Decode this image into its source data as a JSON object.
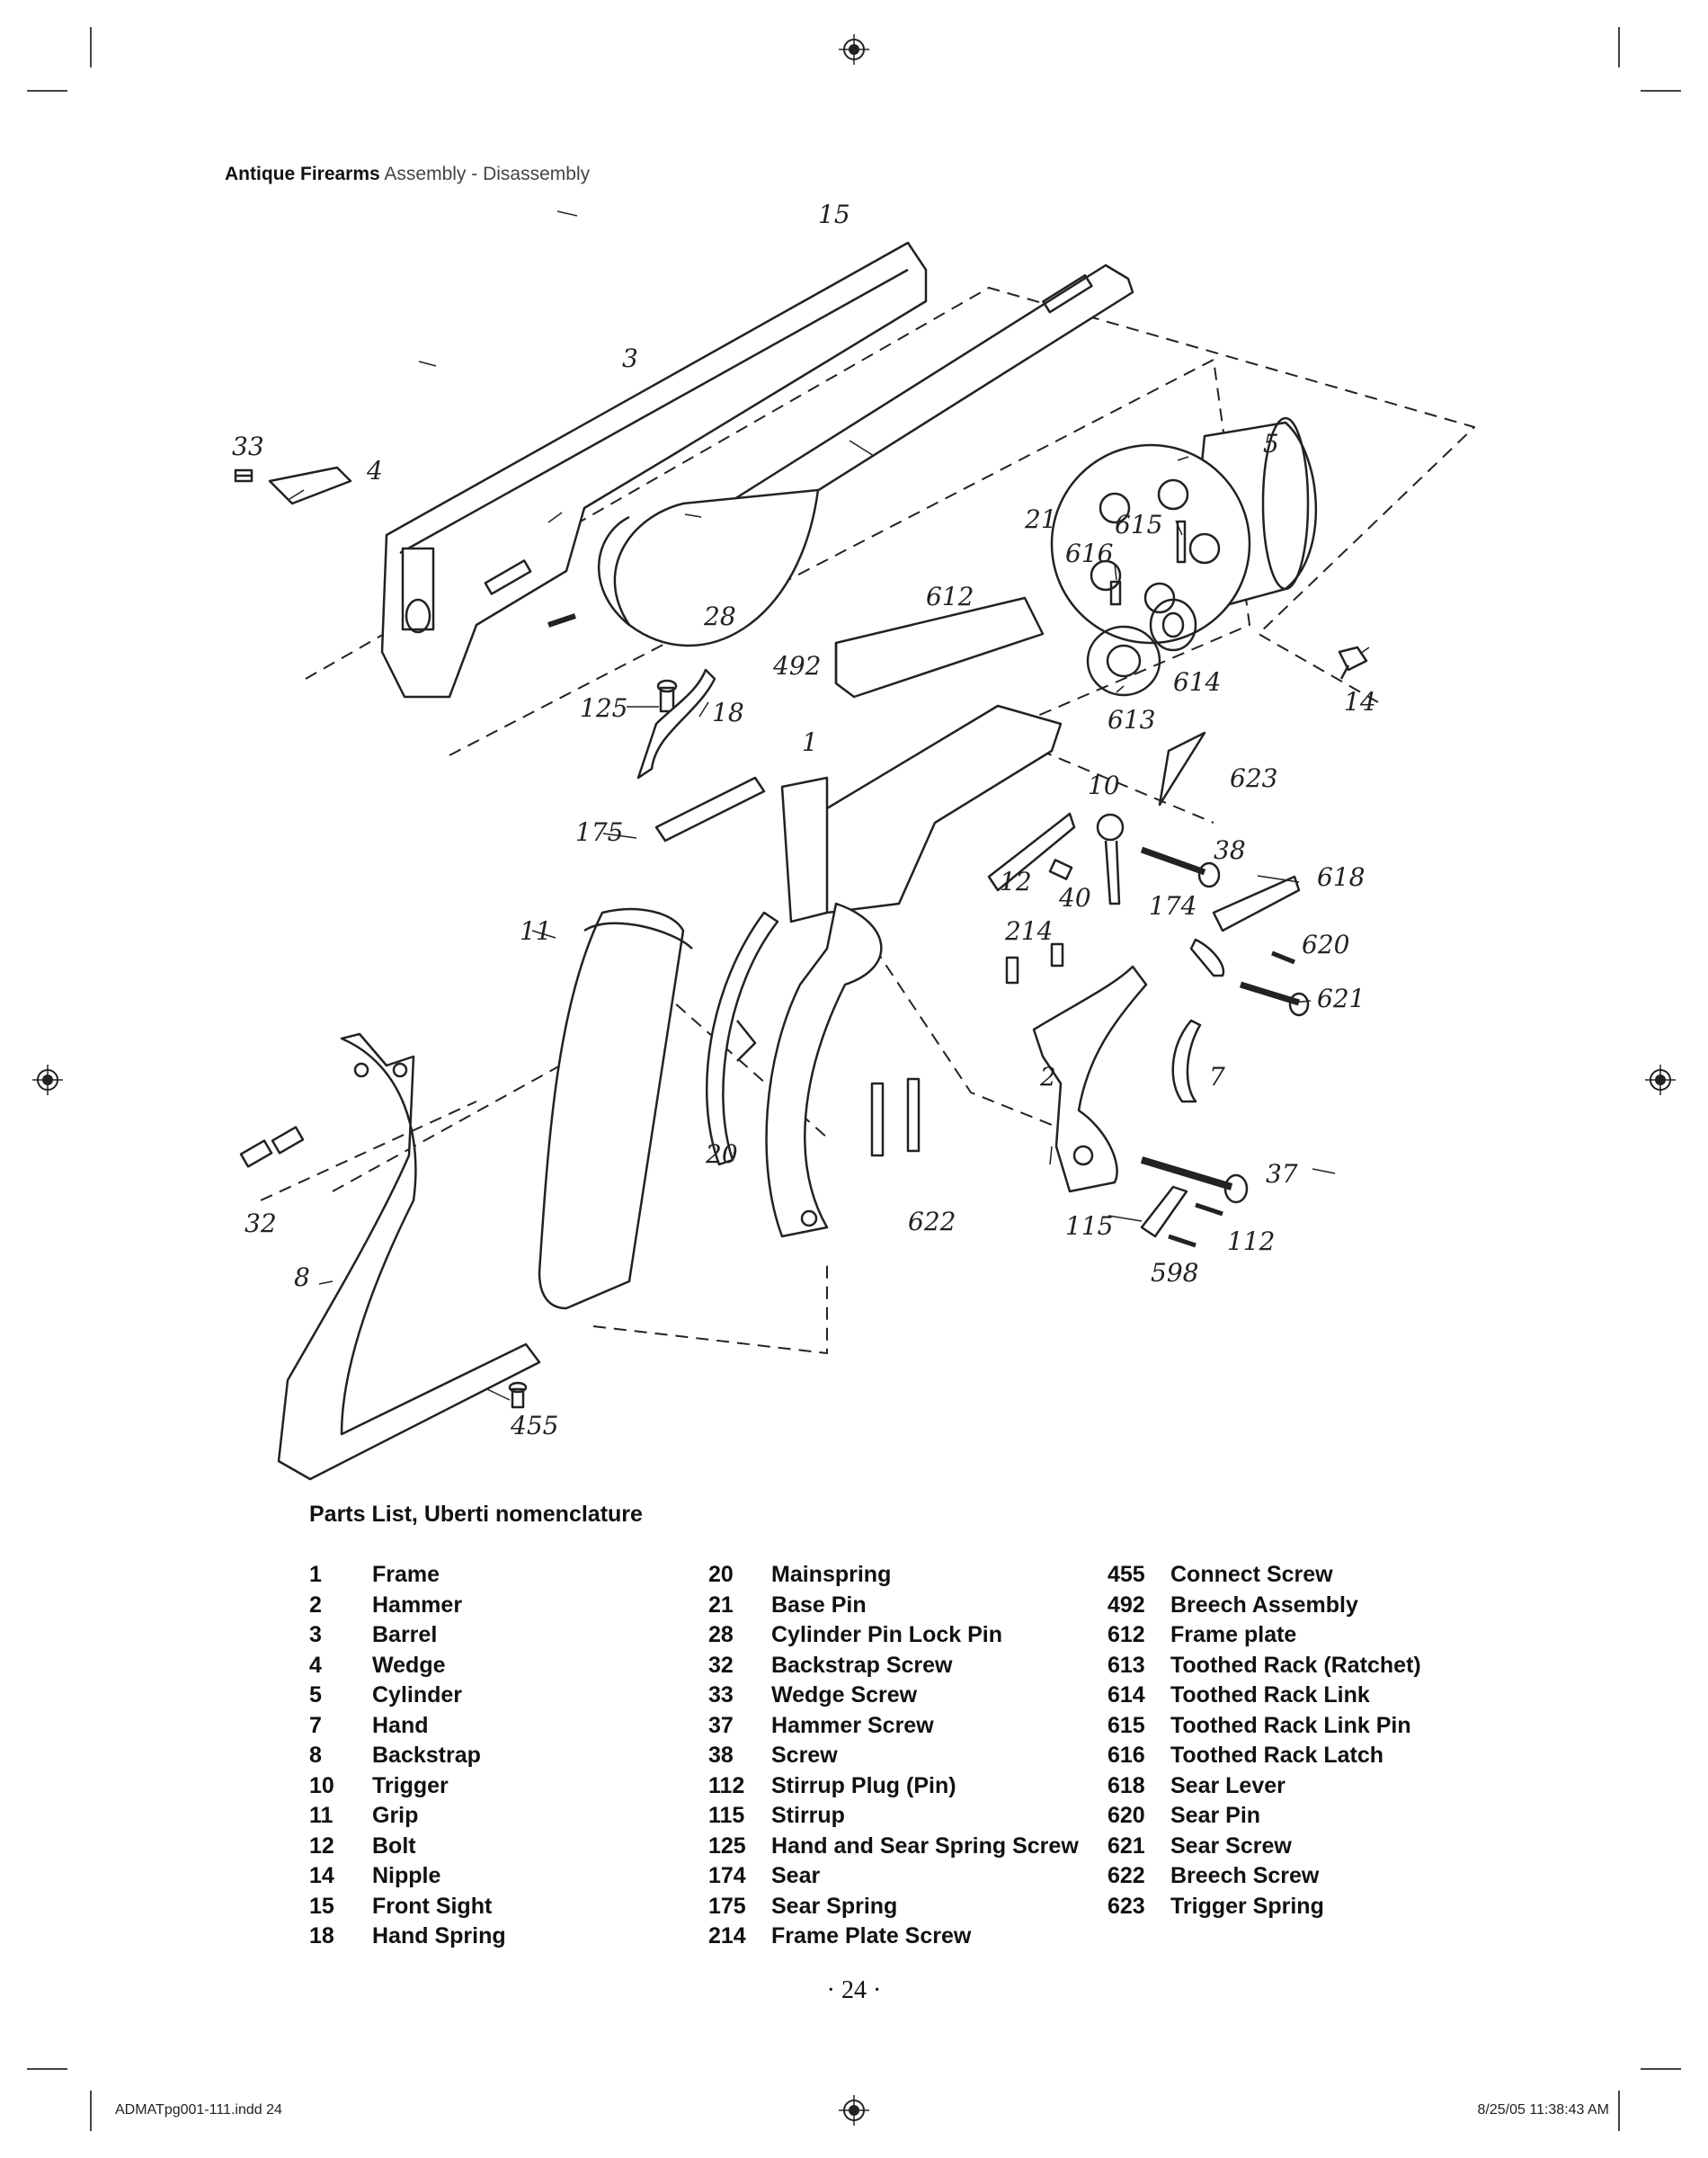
{
  "header": {
    "title_bold": "Antique Firearms",
    "title_light": "Assembly - Disassembly"
  },
  "diagram": {
    "callouts": [
      "15",
      "3",
      "33",
      "4",
      "21",
      "5",
      "615",
      "616",
      "28",
      "612",
      "492",
      "614",
      "14",
      "125",
      "18",
      "613",
      "1",
      "623",
      "175",
      "10",
      "38",
      "618",
      "12",
      "40",
      "174",
      "11",
      "214",
      "620",
      "621",
      "2",
      "7",
      "20",
      "37",
      "32",
      "622",
      "115",
      "112",
      "598",
      "8",
      "455"
    ]
  },
  "parts_list": {
    "title": "Parts List, Uberti nomenclature",
    "columns": [
      [
        {
          "num": "1",
          "name": "Frame"
        },
        {
          "num": "2",
          "name": "Hammer"
        },
        {
          "num": "3",
          "name": "Barrel"
        },
        {
          "num": "4",
          "name": "Wedge"
        },
        {
          "num": "5",
          "name": "Cylinder"
        },
        {
          "num": "7",
          "name": "Hand"
        },
        {
          "num": "8",
          "name": "Backstrap"
        },
        {
          "num": "10",
          "name": "Trigger"
        },
        {
          "num": "11",
          "name": "Grip"
        },
        {
          "num": "12",
          "name": "Bolt"
        },
        {
          "num": "14",
          "name": "Nipple"
        },
        {
          "num": "15",
          "name": "Front Sight"
        },
        {
          "num": "18",
          "name": "Hand Spring"
        }
      ],
      [
        {
          "num": "20",
          "name": "Mainspring"
        },
        {
          "num": "21",
          "name": "Base Pin"
        },
        {
          "num": "28",
          "name": "Cylinder Pin Lock Pin"
        },
        {
          "num": "32",
          "name": "Backstrap Screw"
        },
        {
          "num": "33",
          "name": "Wedge Screw"
        },
        {
          "num": "37",
          "name": "Hammer Screw"
        },
        {
          "num": "38",
          "name": "Screw"
        },
        {
          "num": "112",
          "name": "Stirrup Plug (Pin)"
        },
        {
          "num": "115",
          "name": "Stirrup"
        },
        {
          "num": "125",
          "name": "Hand and Sear Spring Screw"
        },
        {
          "num": "174",
          "name": "Sear"
        },
        {
          "num": "175",
          "name": "Sear Spring"
        },
        {
          "num": "214",
          "name": "Frame Plate Screw"
        }
      ],
      [
        {
          "num": "455",
          "name": "Connect Screw"
        },
        {
          "num": "492",
          "name": "Breech Assembly"
        },
        {
          "num": "612",
          "name": "Frame plate"
        },
        {
          "num": "613",
          "name": "Toothed Rack (Ratchet)"
        },
        {
          "num": "614",
          "name": "Toothed Rack Link"
        },
        {
          "num": "615",
          "name": "Toothed Rack Link Pin"
        },
        {
          "num": "616",
          "name": "Toothed Rack Latch"
        },
        {
          "num": "618",
          "name": "Sear Lever"
        },
        {
          "num": "620",
          "name": "Sear Pin"
        },
        {
          "num": "621",
          "name": "Sear Screw"
        },
        {
          "num": "622",
          "name": "Breech Screw"
        },
        {
          "num": "623",
          "name": "Trigger Spring"
        }
      ]
    ]
  },
  "page_number": "· 24 ·",
  "slug": {
    "file": "ADMATpg001-111.indd   24",
    "timestamp": "8/25/05   11:38:43 AM"
  }
}
